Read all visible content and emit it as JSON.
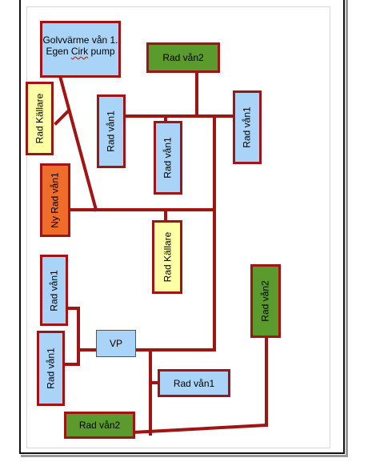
{
  "diagram": {
    "colors": {
      "pipe": "#a01414",
      "blue": "#a9d4f7",
      "green": "#5b9a2c",
      "yellow": "#ffffa6",
      "orange": "#ef6c2a"
    },
    "nodes": {
      "golvvarme": {
        "line1": "Golvvärme vån 1.",
        "line2_a": "Egen ",
        "line2_b": "Cirk",
        "line2_c": " pump"
      },
      "rad_van2_top": "Rad vån2",
      "rad_kallare_left": "Rad Källare",
      "rad_van1_a": "Rad vån1",
      "rad_van1_b": "Rad vån1",
      "rad_van1_c": "Rad vån1",
      "ny_rad_van1": "Ny Rad vån1",
      "rad_kallare_mid": "Rad Källare",
      "rad_van1_d": "Rad vån1",
      "rad_van1_e": "Rad vån1",
      "vp": "VP",
      "rad_van2_right": "Rad vån2",
      "rad_van1_f": "Rad vån1",
      "rad_van2_bottom": "Rad vån2"
    }
  }
}
